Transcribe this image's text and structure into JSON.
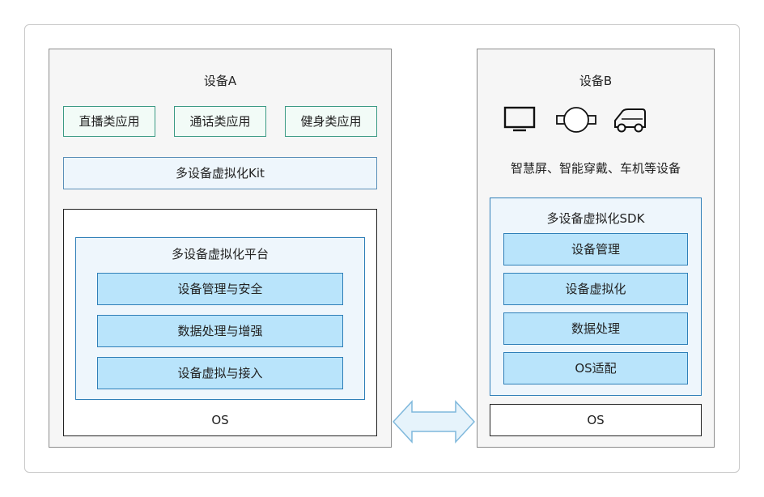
{
  "device_a": {
    "title": "设备A",
    "apps": [
      "直播类应用",
      "通话类应用",
      "健身类应用"
    ],
    "kit": "多设备虚拟化Kit",
    "platform": {
      "title": "多设备虚拟化平台",
      "modules": [
        "设备管理与安全",
        "数据处理与增强",
        "设备虚拟与接入"
      ]
    },
    "os": "OS"
  },
  "device_b": {
    "title": "设备B",
    "icons": [
      "tv-icon",
      "wearable-icon",
      "car-icon"
    ],
    "caption": "智慧屏、智能穿戴、车机等设备",
    "sdk": {
      "title": "多设备虚拟化SDK",
      "modules": [
        "设备管理",
        "设备虚拟化",
        "数据处理",
        "OS适配"
      ]
    },
    "os": "OS"
  },
  "connector": "double-arrow-icon",
  "colors": {
    "app_border": "#3b9a84",
    "module_fill": "#b9e4fb",
    "module_border": "#2f7fb8",
    "panel_fill": "#eef6fc",
    "device_fill": "#f6f6f6"
  }
}
